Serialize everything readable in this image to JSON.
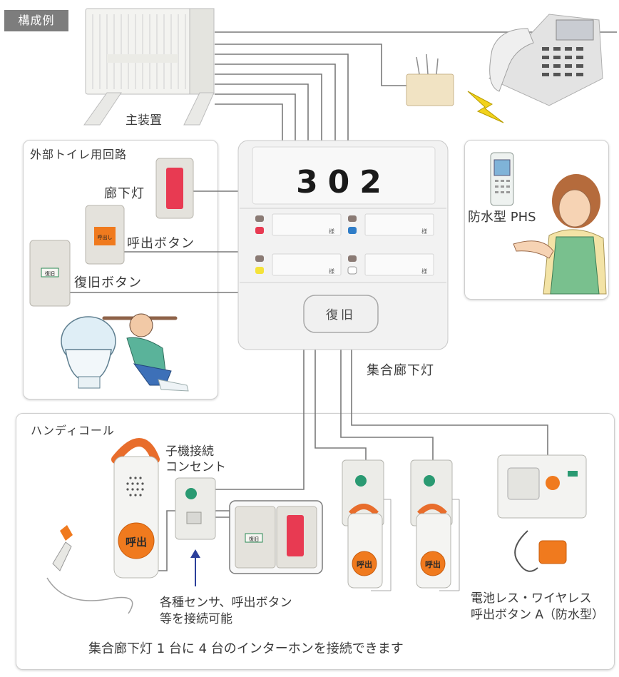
{
  "tag": "構成例",
  "main_unit": "主装置",
  "toilet_panel": {
    "title": "外部トイレ用回路",
    "hall_lamp": "廊下灯",
    "call_button": "呼出ボタン",
    "reset_button": "復旧ボタン",
    "call_small": "呼出し",
    "reset_small": "復旧"
  },
  "central": {
    "room_number": "302",
    "name_suffix": "様",
    "reset_label": "復旧",
    "caption": "集合廊下灯"
  },
  "phs_label": "防水型 PHS",
  "handy_panel": {
    "title": "ハンディコール",
    "outlet_label_1": "子機接続",
    "outlet_label_2": "コンセント",
    "call_text": "呼出",
    "reset_small": "復旧",
    "sensor_note_1": "各種センサ、呼出ボタン",
    "sensor_note_2": "等を接続可能",
    "wireless_1": "電池レス・ワイヤレス",
    "wireless_2": "呼出ボタン A（防水型）",
    "footer": "集合廊下灯 1 台に 4 台のインターホンを接続できます"
  },
  "colors": {
    "red": "#e83a52",
    "orange": "#f07a1e",
    "blue": "#2f7dc8",
    "yellow": "#f4e23a",
    "line": "#7a7a7a"
  }
}
